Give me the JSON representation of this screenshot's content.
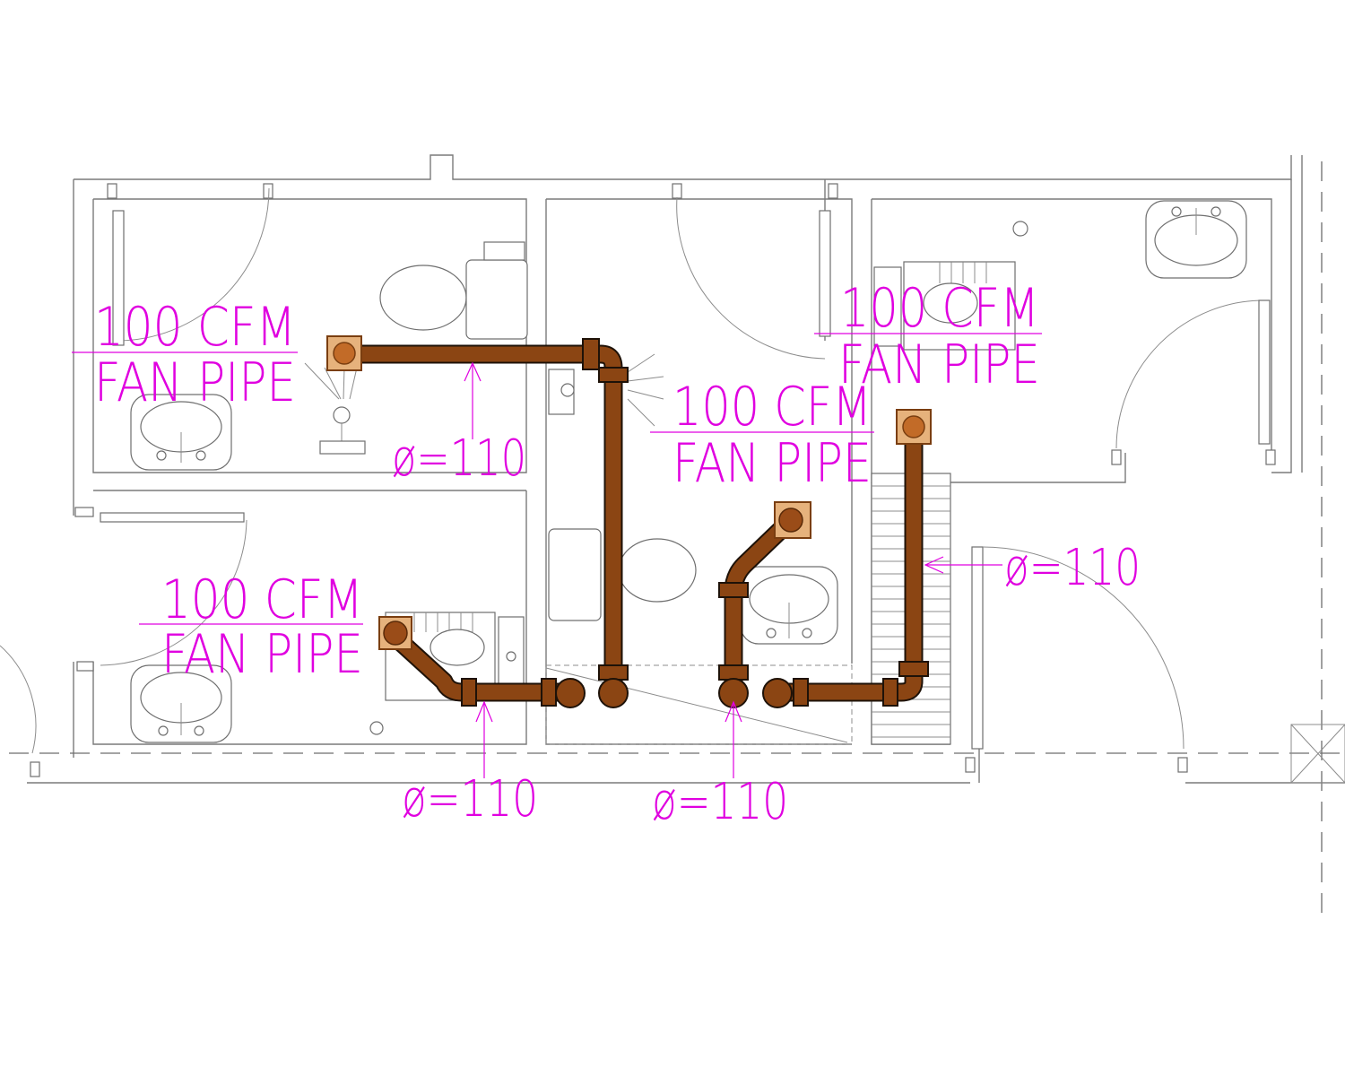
{
  "labels": {
    "fan_1": {
      "cfm": "100 CFM",
      "pipe": "FAN PIPE"
    },
    "fan_2": {
      "cfm": "100 CFM",
      "pipe": "FAN PIPE"
    },
    "fan_3": {
      "cfm": "100 CFM",
      "pipe": "FAN PIPE"
    },
    "fan_4": {
      "cfm": "100 CFM",
      "pipe": "FAN PIPE"
    },
    "dia_1": "ø=110",
    "dia_2": "ø=110",
    "dia_3": "ø=110",
    "dia_4": "ø=110"
  },
  "colors": {
    "annotation": "#e000e0",
    "pipe": "#8b4513",
    "pipe_edge": "#1e1208",
    "walls": "#7a7a7a",
    "fan_box": "#e6b27c"
  }
}
